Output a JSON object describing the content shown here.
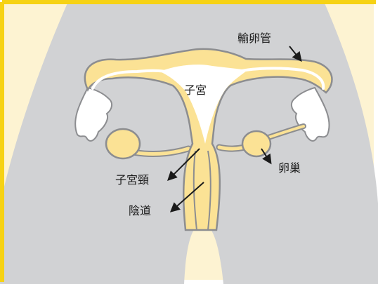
{
  "labels": {
    "fallopian_tube": "輸卵管",
    "uterus": "子宮",
    "cervix": "子宮頸",
    "ovary": "卵巢",
    "vagina": "陰道"
  },
  "colors": {
    "frame": "#f6d214",
    "background": "#fdf3d2",
    "body": "#d1d2d4",
    "organ_fill": "#fbe295",
    "organ_outline": "#8c8d90",
    "cavity": "#ffffff",
    "arrow": "#1a1a1a"
  }
}
